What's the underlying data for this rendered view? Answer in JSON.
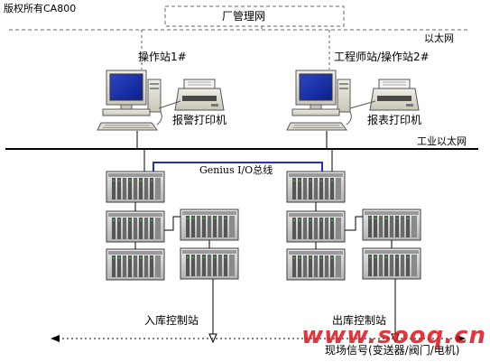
{
  "copyright": "版权所有CA800",
  "plant_network": "厂管理网",
  "ethernet": "以太网",
  "industrial_ethernet": "工业以太网",
  "station1": "操作站1#",
  "station2": "工程师站/操作站2#",
  "alarm_printer": "报警打印机",
  "report_printer": "报表打印机",
  "bus_label": "Genius I/O总线",
  "station_in": "入库控制站",
  "station_out": "出库控制站",
  "field_signal": "现场信号(变送器/阀门/电机)",
  "watermark": "www.sooq.cn",
  "colors": {
    "bus": "#1f2fd0",
    "screen": "#1530a8",
    "watermark": "#e1121b"
  }
}
